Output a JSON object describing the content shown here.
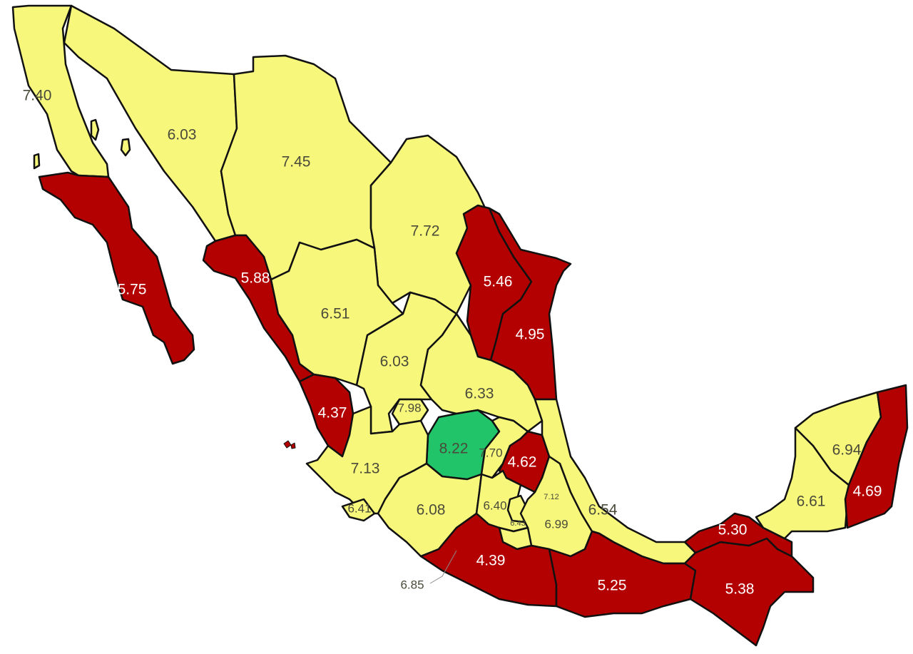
{
  "colors": {
    "yellow": "#f7f77c",
    "red": "#b30000",
    "green": "#22c46a",
    "text_on_light": "#4a4a3a",
    "text_on_dark": "#ffffff"
  },
  "states": [
    {
      "id": "baja-california",
      "value": "7.40",
      "category": "yellow"
    },
    {
      "id": "sonora",
      "value": "6.03",
      "category": "yellow"
    },
    {
      "id": "chihuahua",
      "value": "7.45",
      "category": "yellow"
    },
    {
      "id": "coahuila",
      "value": "7.72",
      "category": "yellow"
    },
    {
      "id": "baja-california-sur",
      "value": "5.75",
      "category": "red"
    },
    {
      "id": "sinaloa",
      "value": "5.88",
      "category": "red"
    },
    {
      "id": "durango",
      "value": "6.51",
      "category": "yellow"
    },
    {
      "id": "nuevo-leon",
      "value": "5.46",
      "category": "red"
    },
    {
      "id": "tamaulipas",
      "value": "4.95",
      "category": "red"
    },
    {
      "id": "zacatecas",
      "value": "6.03",
      "category": "yellow"
    },
    {
      "id": "san-luis-potosi",
      "value": "6.33",
      "category": "yellow"
    },
    {
      "id": "nayarit",
      "value": "4.37",
      "category": "red"
    },
    {
      "id": "aguascalientes",
      "value": "7.98",
      "category": "yellow"
    },
    {
      "id": "guanajuato",
      "value": "8.22",
      "category": "green"
    },
    {
      "id": "queretaro",
      "value": "7.70",
      "category": "yellow"
    },
    {
      "id": "hidalgo",
      "value": "4.62",
      "category": "red"
    },
    {
      "id": "jalisco",
      "value": "7.13",
      "category": "yellow"
    },
    {
      "id": "colima",
      "value": "6.41",
      "category": "yellow"
    },
    {
      "id": "michoacan",
      "value": "6.08",
      "category": "yellow"
    },
    {
      "id": "estado-de-mexico",
      "value": "6.40",
      "category": "yellow"
    },
    {
      "id": "ciudad-de-mexico",
      "value": "6.43",
      "category": "yellow"
    },
    {
      "id": "tlaxcala",
      "value": "7.12",
      "category": "yellow"
    },
    {
      "id": "puebla",
      "value": "6.99",
      "category": "yellow"
    },
    {
      "id": "veracruz",
      "value": "6.54",
      "category": "yellow"
    },
    {
      "id": "morelos",
      "value": "6.85",
      "category": "yellow"
    },
    {
      "id": "guerrero",
      "value": "4.39",
      "category": "red"
    },
    {
      "id": "oaxaca",
      "value": "5.25",
      "category": "red"
    },
    {
      "id": "chiapas",
      "value": "5.38",
      "category": "red"
    },
    {
      "id": "tabasco",
      "value": "5.30",
      "category": "red"
    },
    {
      "id": "campeche",
      "value": "6.61",
      "category": "yellow"
    },
    {
      "id": "yucatan",
      "value": "6.94",
      "category": "yellow"
    },
    {
      "id": "quintana-roo",
      "value": "4.69",
      "category": "red"
    }
  ]
}
